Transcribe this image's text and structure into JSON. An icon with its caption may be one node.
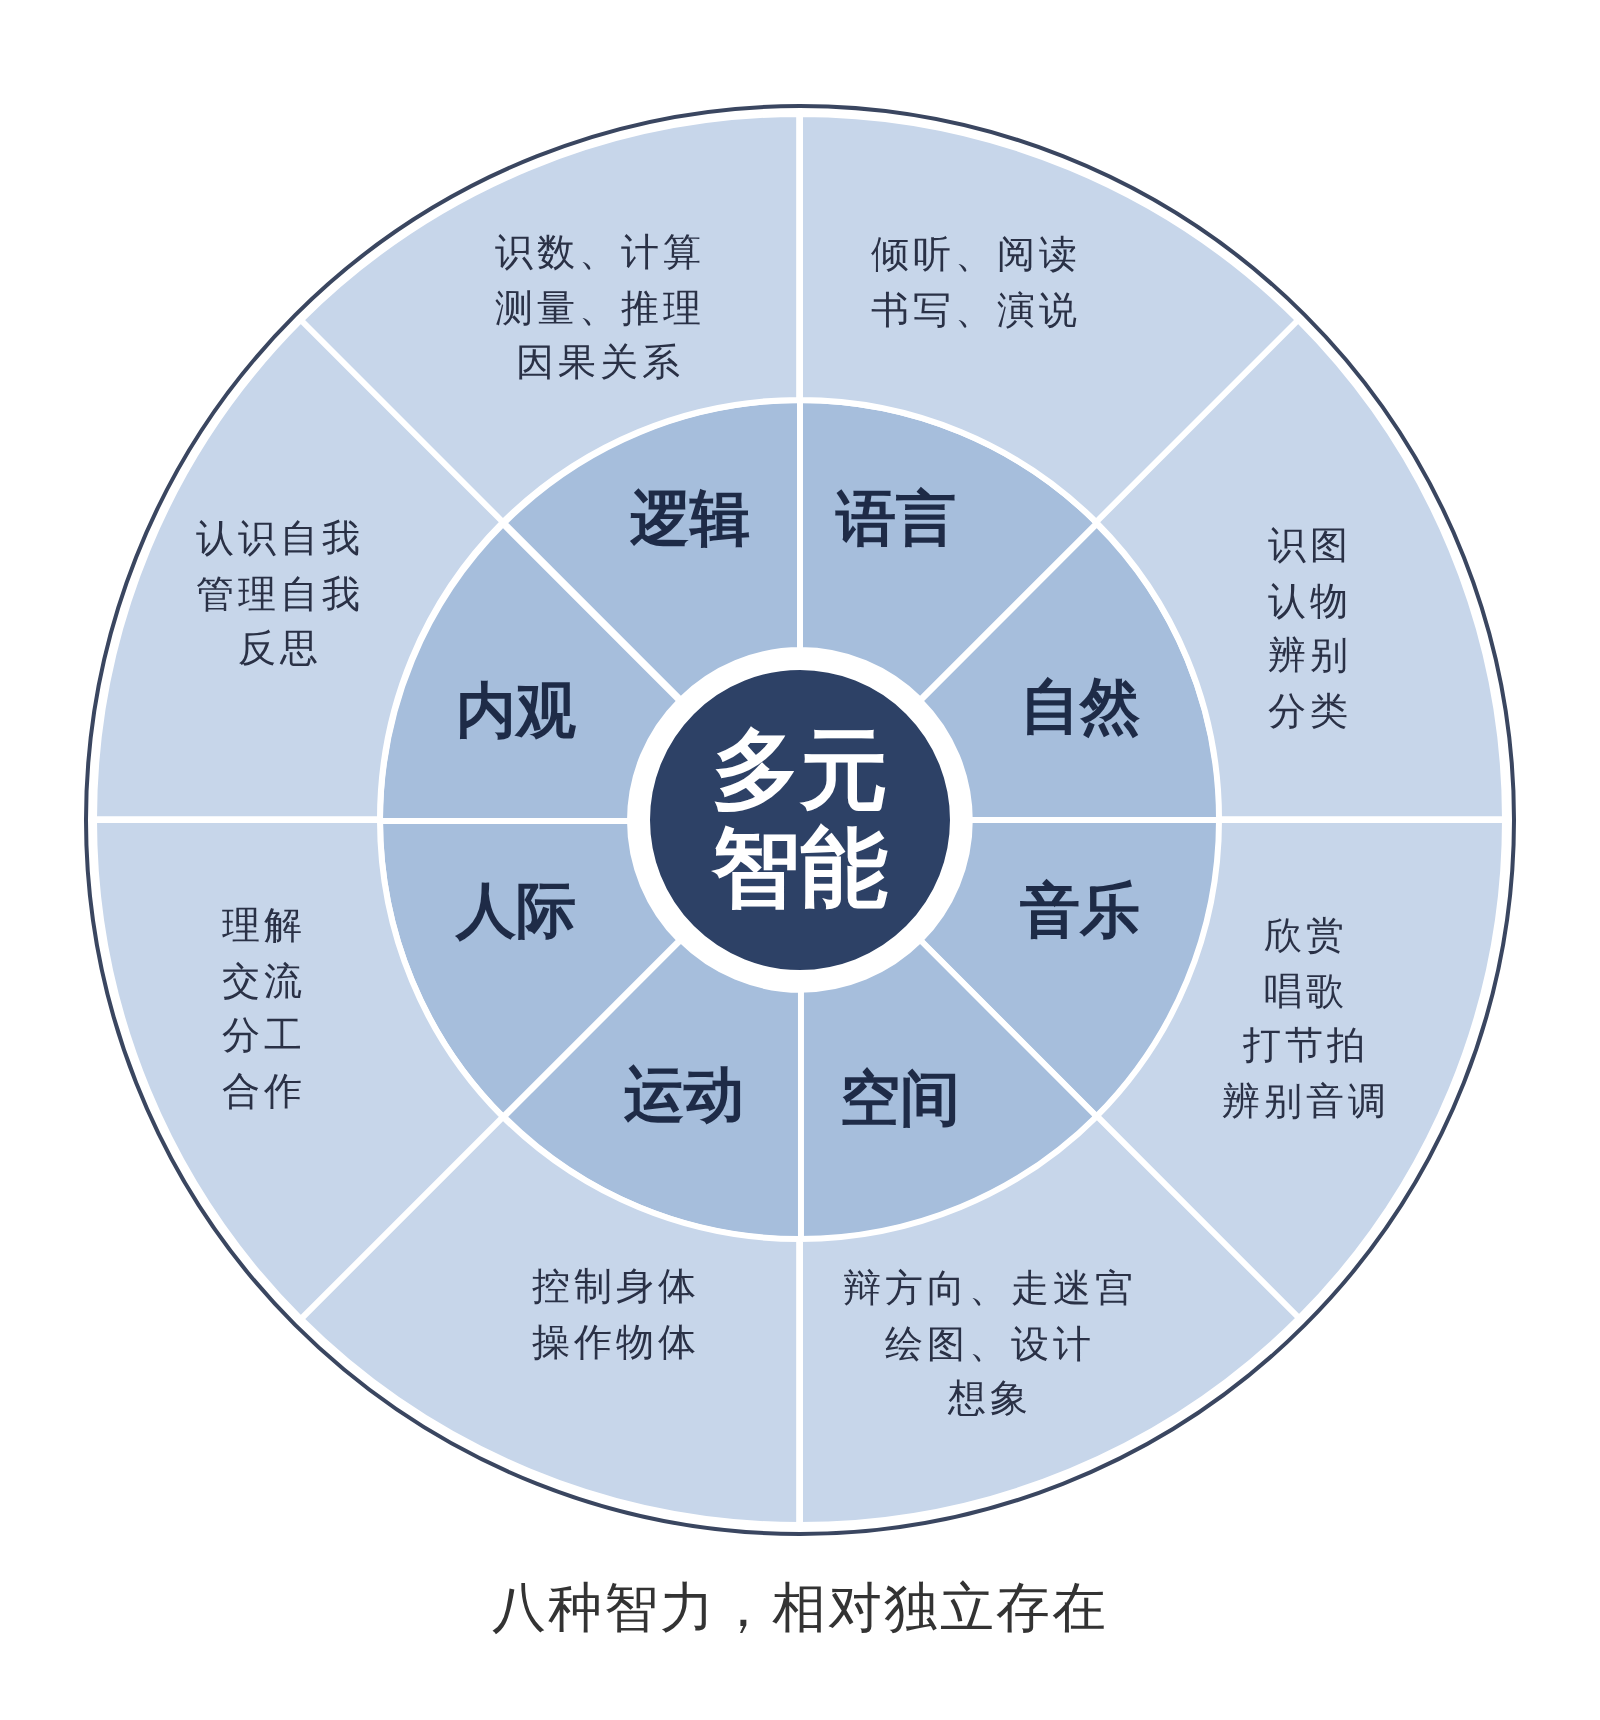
{
  "diagram": {
    "caption": "八种智力，相对独立存在",
    "nodes": [
      {
        "text": [
          "多元智能"
        ]
      },
      {
        "text": [
          "逻辑"
        ]
      },
      {
        "text": [
          "语言"
        ]
      },
      {
        "text": [
          "自然"
        ]
      },
      {
        "text": [
          "音乐"
        ]
      },
      {
        "text": [
          "空间"
        ]
      },
      {
        "text": [
          "运动"
        ]
      },
      {
        "text": [
          "人际"
        ]
      },
      {
        "text": [
          "内观"
        ]
      },
      {
        "text": [
          "识数、计算",
          "测量、推理",
          "因果关系"
        ]
      },
      {
        "text": [
          "倾听、阅读",
          "书写、演说"
        ]
      },
      {
        "text": [
          "识图",
          "认物",
          "辨别",
          "分类"
        ]
      },
      {
        "text": [
          "欣赏",
          "唱歌",
          "打节拍",
          "辨别音调"
        ]
      },
      {
        "text": [
          "辩方向、走迷宫",
          "绘图、设计",
          "想象"
        ]
      },
      {
        "text": [
          "控制身体",
          "操作物体"
        ]
      },
      {
        "text": [
          "理解",
          "交流",
          "分工",
          "合作"
        ]
      },
      {
        "text": [
          "认识自我",
          "管理自我",
          "反思"
        ]
      }
    ]
  }
}
